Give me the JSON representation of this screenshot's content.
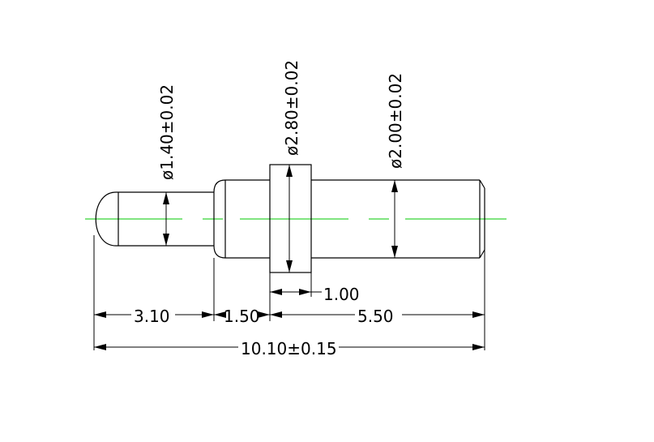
{
  "dimensions": {
    "dia_tip": "ø1.40±0.02",
    "dia_collar": "ø2.80±0.02",
    "dia_shaft": "ø2.00±0.02",
    "len_collar": "1.00",
    "len_tip": "3.10",
    "len_neck": "1.50",
    "len_shaft": "5.50",
    "len_total": "10.10±0.15"
  },
  "colors": {
    "outline": "#000000",
    "centerline": "#00c800",
    "background": "#ffffff"
  }
}
